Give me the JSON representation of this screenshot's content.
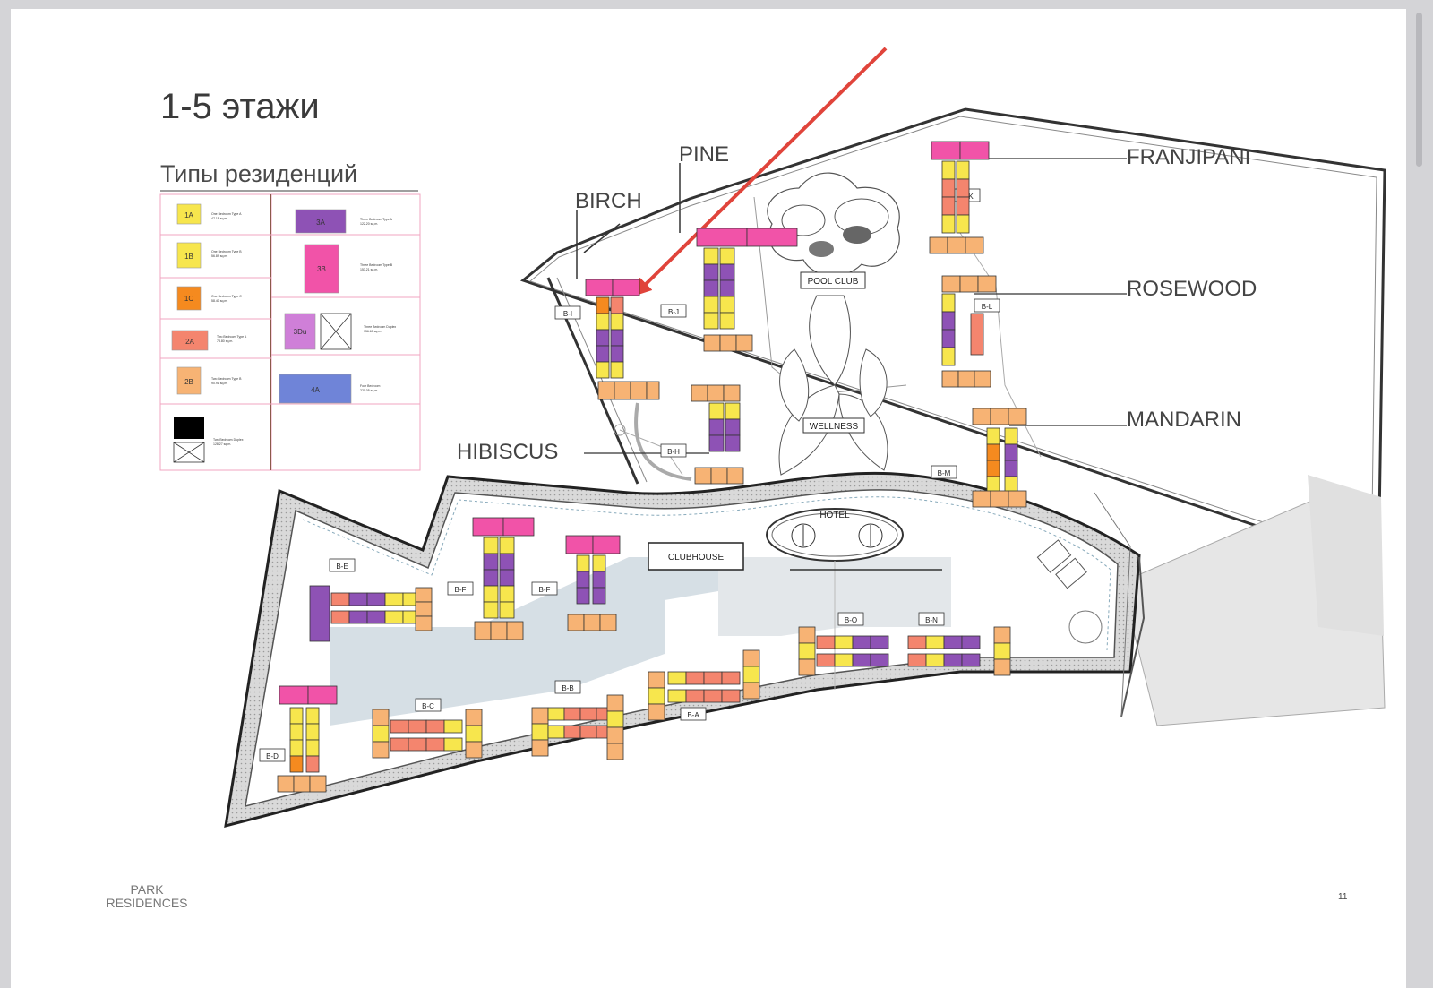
{
  "title": "1-5 этажи",
  "subtitle": "Типы резиденций",
  "page_number": "11",
  "brand": {
    "line1": "PARK",
    "line2": "RESIDENCES"
  },
  "legend": [
    {
      "code": "1A",
      "label": "One Bedroom Type A",
      "area": "47.18 sq.m.",
      "color": "#f7e64d"
    },
    {
      "code": "1B",
      "label": "One Bedroom Type B",
      "area": "56.89 sq.m.",
      "color": "#f7e64d"
    },
    {
      "code": "1C",
      "label": "One Bedroom Type C",
      "area": "58.40 sq.m.",
      "color": "#f58a1f"
    },
    {
      "code": "2A",
      "label": "Two Bedroom Type A",
      "area": "78.80 sq.m.",
      "color": "#f4856e"
    },
    {
      "code": "2B",
      "label": "Two Bedroom Type B",
      "area": "90.91 sq.m.",
      "color": "#f7b374"
    },
    {
      "code": "",
      "label": "Two Bedroom Duplex",
      "area": "128.27 sq.m.",
      "color": "#000000"
    },
    {
      "code": "3A",
      "label": "Three Bedroom Type A",
      "area": "122.20 sq.m.",
      "color": "#8e52b5"
    },
    {
      "code": "3B",
      "label": "Three Bedroom Type B",
      "area": "153.21 sq.m.",
      "color": "#f153a8"
    },
    {
      "code": "3Du",
      "label": "Three Bedroom Duplex",
      "area": "156.60 sq.m.",
      "color": "#cf7fd8"
    },
    {
      "code": "4A",
      "label": "Four Bedroom",
      "area": "220.05 sq.m.",
      "color": "#6f84d8"
    }
  ],
  "zones": [
    "PINE",
    "BIRCH",
    "FRANJIPANI",
    "ROSEWOOD",
    "MANDARIN",
    "HIBISCUS"
  ],
  "facilities": [
    "POOL CLUB",
    "WELLNESS",
    "HOTEL",
    "CLUBHOUSE"
  ],
  "buildings": [
    "B-I",
    "B-J",
    "B-K",
    "B-L",
    "B-H",
    "B-M",
    "B-E",
    "B-F",
    "B-F",
    "B-O",
    "B-N",
    "B-B",
    "B-C",
    "B-A",
    "B-D"
  ]
}
